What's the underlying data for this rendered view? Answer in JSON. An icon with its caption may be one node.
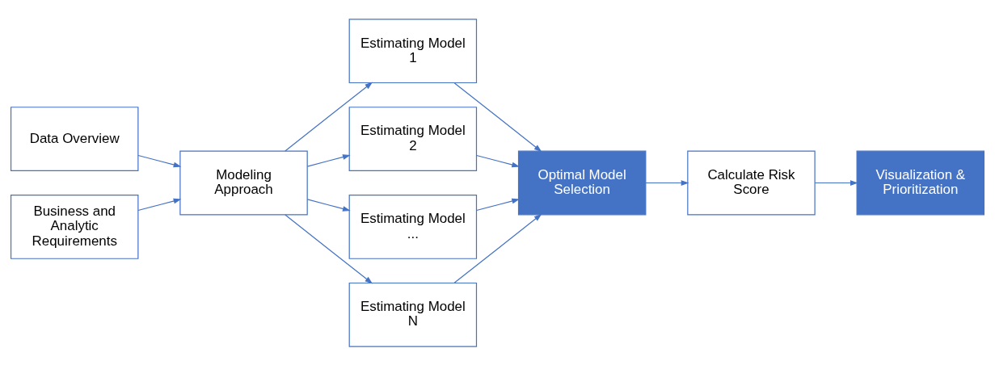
{
  "diagram": {
    "nodes": [
      {
        "text": [
          "Data Overview"
        ]
      },
      {
        "text": [
          "Business and Analytic Requirements"
        ]
      },
      {
        "text": [
          "Modeling Approach"
        ]
      },
      {
        "text": [
          "Estimating Model 1"
        ]
      },
      {
        "text": [
          "Estimating Model 2"
        ]
      },
      {
        "text": [
          "Estimating Model ..."
        ]
      },
      {
        "text": [
          "Estimating Model N"
        ]
      },
      {
        "text": [
          "Optimal Model Selection"
        ]
      },
      {
        "text": [
          "Calculate Risk Score"
        ]
      },
      {
        "text": [
          "Visualization & Prioritization"
        ]
      }
    ],
    "edges": [
      {
        "from": 0,
        "to": 2,
        "arrow": "to"
      },
      {
        "from": 1,
        "to": 2,
        "arrow": "to"
      },
      {
        "from": 2,
        "to": 3,
        "arrow": "to"
      },
      {
        "from": 2,
        "to": 4,
        "arrow": "to"
      },
      {
        "from": 2,
        "to": 5,
        "arrow": "to"
      },
      {
        "from": 2,
        "to": 6,
        "arrow": "to"
      },
      {
        "from": 3,
        "to": 7,
        "arrow": "to"
      },
      {
        "from": 4,
        "to": 7,
        "arrow": "to"
      },
      {
        "from": 5,
        "to": 7,
        "arrow": "to"
      },
      {
        "from": 6,
        "to": 7,
        "arrow": "to"
      },
      {
        "from": 7,
        "to": 8,
        "arrow": "to"
      },
      {
        "from": 8,
        "to": 9,
        "arrow": "to"
      }
    ]
  }
}
